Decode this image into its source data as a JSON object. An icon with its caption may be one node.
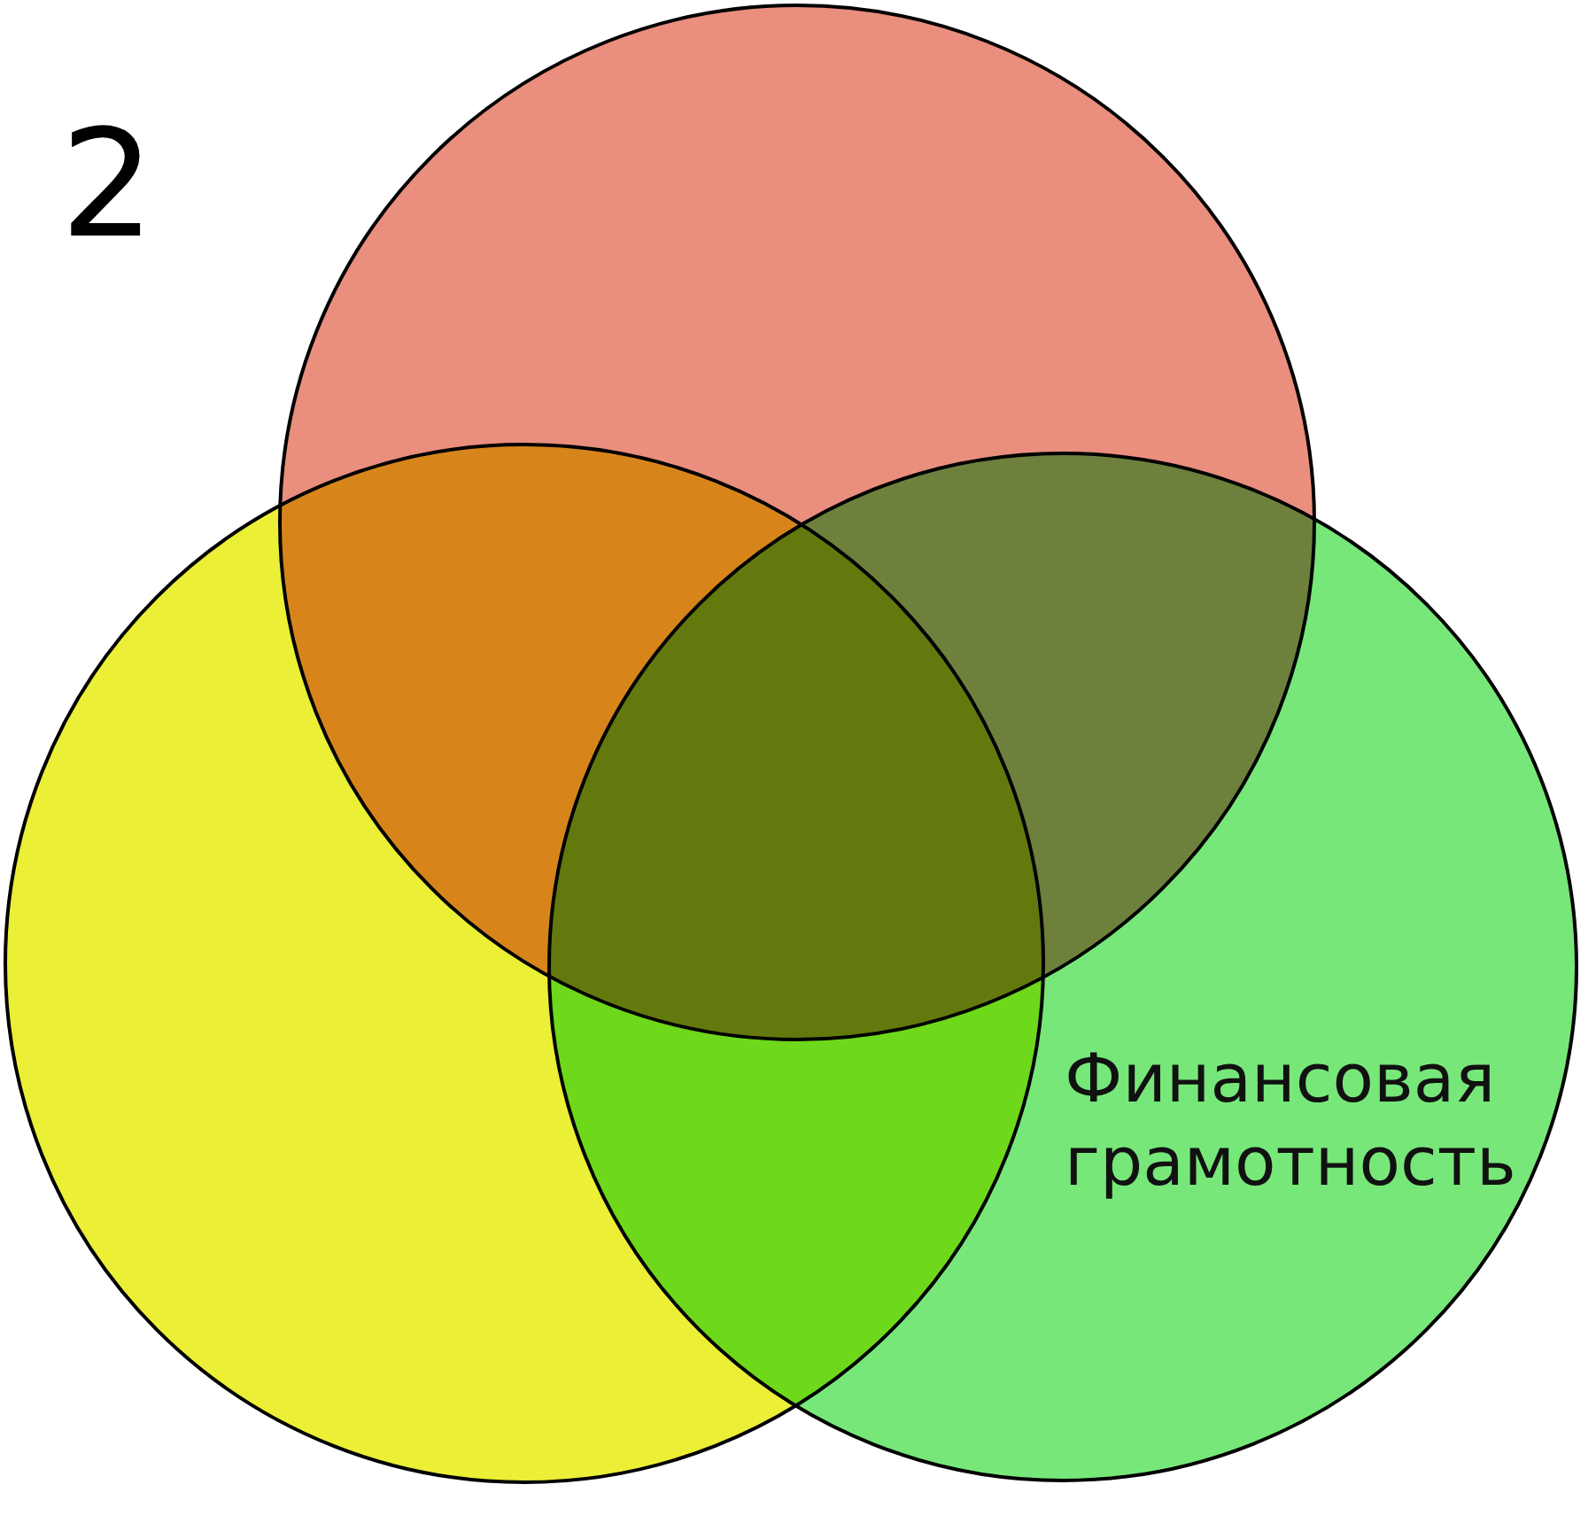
{
  "diagram": {
    "nodes": [
      {
        "text": [],
        "shape": "circle"
      },
      {
        "text": [],
        "shape": "circle"
      },
      {
        "text": [
          "Финансовая грамотность"
        ]
      }
    ],
    "labels": [
      "2"
    ]
  }
}
